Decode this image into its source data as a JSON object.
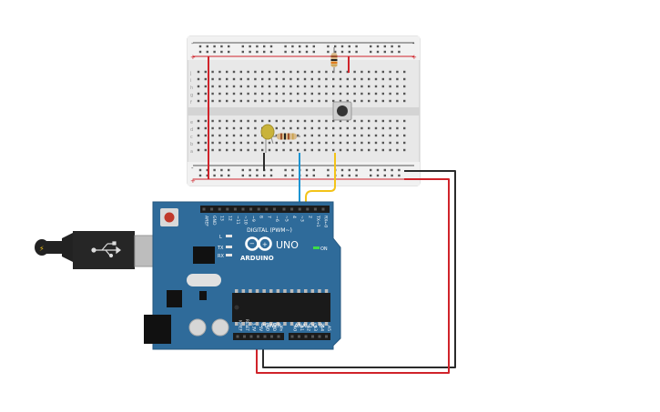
{
  "breadboard": {
    "row_letters_top": [
      "j",
      "i",
      "h",
      "g",
      "f"
    ],
    "row_letters_bottom": [
      "e",
      "d",
      "c",
      "b",
      "a"
    ],
    "plus_label": "+",
    "minus_label": "-"
  },
  "arduino": {
    "logo_text": "ARDUINO",
    "model_text": "UNO",
    "on_label": "ON",
    "led_l": "L",
    "led_tx": "TX",
    "led_rx": "RX",
    "digital_label": "DIGITAL (PWM~)",
    "power_label": "POWER",
    "analog_label": "ANALOG IN",
    "digital_pins": [
      "AREF",
      "GND",
      "13",
      "12",
      "~11",
      "~10",
      "~9",
      "8",
      "7",
      "~6",
      "~5",
      "4",
      "~3",
      "2",
      "TX→1",
      "RX←0"
    ],
    "power_pins": [
      "IOREF",
      "RESET",
      "3.3V",
      "5V",
      "GND",
      "GND",
      "Vin"
    ],
    "analog_pins": [
      "A0",
      "A1",
      "A2",
      "A3",
      "A4",
      "A5"
    ]
  },
  "colors": {
    "board": "#2f6b9a",
    "breadboard": "#e6e6e6",
    "rail_red": "#d0232a",
    "wire_red": "#d0232a",
    "wire_black": "#2b2b2b",
    "wire_blue": "#1b94d2",
    "wire_yellow": "#f3c318",
    "led": "#c9b33a"
  }
}
